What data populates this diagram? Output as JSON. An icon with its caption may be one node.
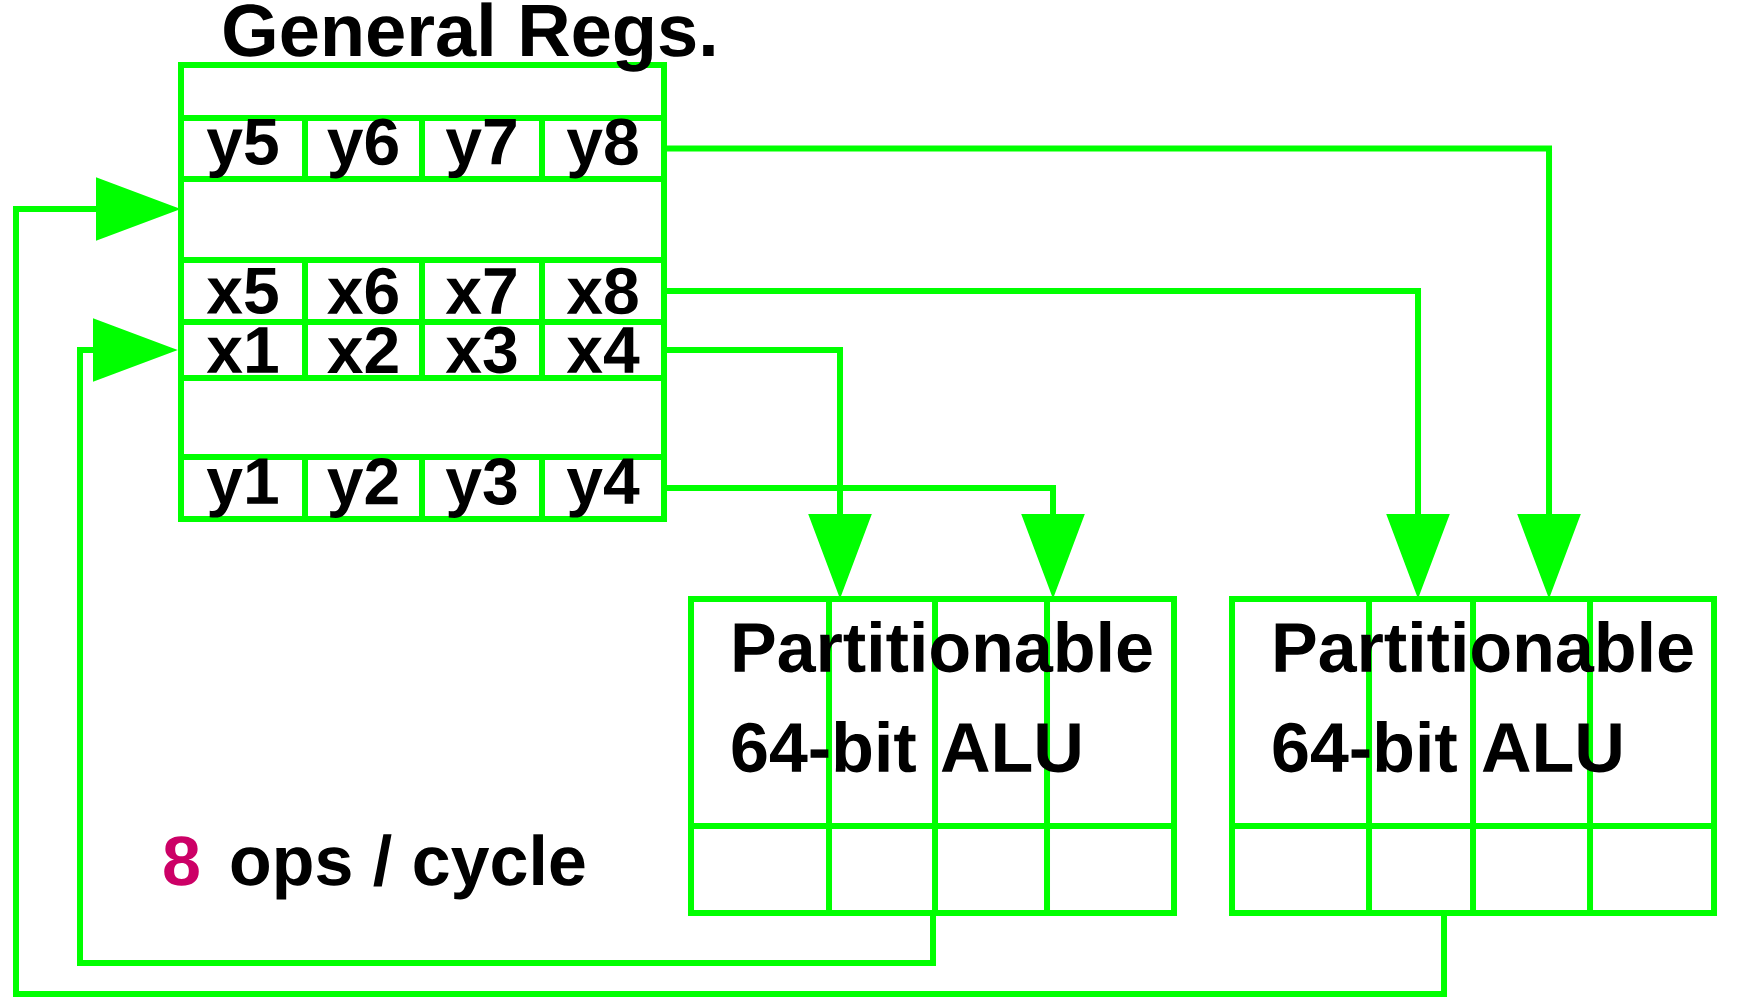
{
  "diagram": {
    "nodes": [
      {
        "text": [
          "General Regs."
        ]
      },
      {
        "text": [
          "y5"
        ],
        "in": 0
      },
      {
        "text": [
          "y6"
        ],
        "in": 0
      },
      {
        "text": [
          "y7"
        ],
        "in": 0
      },
      {
        "text": [
          "y8"
        ],
        "in": 0
      },
      {
        "text": [
          "x5"
        ],
        "in": 0
      },
      {
        "text": [
          "x6"
        ],
        "in": 0
      },
      {
        "text": [
          "x7"
        ],
        "in": 0
      },
      {
        "text": [
          "x8"
        ],
        "in": 0
      },
      {
        "text": [
          "x1"
        ],
        "in": 0
      },
      {
        "text": [
          "x2"
        ],
        "in": 0
      },
      {
        "text": [
          "x3"
        ],
        "in": 0
      },
      {
        "text": [
          "x4"
        ],
        "in": 0
      },
      {
        "text": [
          "y1"
        ],
        "in": 0
      },
      {
        "text": [
          "y2"
        ],
        "in": 0
      },
      {
        "text": [
          "y3"
        ],
        "in": 0
      },
      {
        "text": [
          "y4"
        ],
        "in": 0
      },
      {
        "text": [
          "Partitionable 64-bit ALU"
        ]
      },
      {
        "text": [
          "Partitionable 64-bit ALU"
        ]
      }
    ],
    "edges": [
      {
        "from": 4,
        "to": 18,
        "arrow": "to"
      },
      {
        "from": 8,
        "to": 18,
        "arrow": "to"
      },
      {
        "from": 12,
        "to": 17,
        "arrow": "to"
      },
      {
        "from": 16,
        "to": 17,
        "arrow": "to"
      },
      {
        "from": 17,
        "to": 9,
        "arrow": "to"
      },
      {
        "from": 18,
        "to": 0,
        "arrow": "to"
      }
    ],
    "labels": [
      "8",
      "ops / cycle"
    ]
  }
}
